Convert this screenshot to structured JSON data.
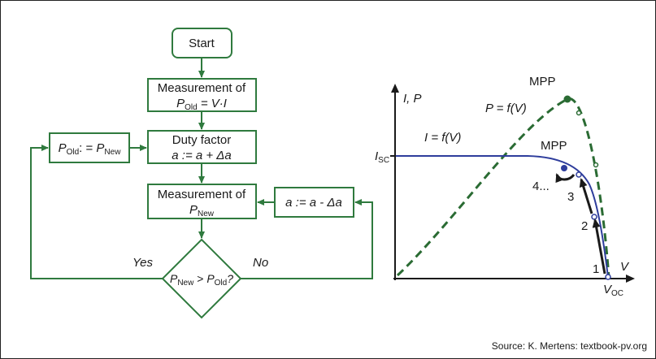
{
  "flowchart": {
    "colors": {
      "box_border": "#2f7a3e",
      "arrow": "#2f7a3e",
      "text": "#1a1a1a"
    },
    "start": "Start",
    "measure_old": {
      "line1": "Measurement of",
      "p": "P",
      "sub": "Old",
      "rest": " = V·I"
    },
    "duty": {
      "line1": "Duty factor",
      "line2": "a := a + Δa"
    },
    "measure_new": {
      "line1": "Measurement of",
      "p": "P",
      "sub": "New"
    },
    "pold_assign": {
      "p1": "P",
      "sub1": "Old",
      "mid": ": = ",
      "p2": "P",
      "sub2": "New"
    },
    "dec_a": "a := a - Δa",
    "decision": {
      "p1": "P",
      "sub1": "New",
      "mid": " > ",
      "p2": "P",
      "sub2": "Old",
      "q": "?"
    },
    "yes": "Yes",
    "no": "No"
  },
  "plot": {
    "colors": {
      "iv": "#2e3d9c",
      "pv": "#2a6b33",
      "axes": "#1a1a1a"
    },
    "y_axis_label": "I, P",
    "x_axis_label": "V",
    "isc": {
      "main": "I",
      "sub": "SC"
    },
    "voc": {
      "main": "V",
      "sub": "OC"
    },
    "iv_label": "I = f(V)",
    "pv_label": "P = f(V)",
    "mpp_p": "MPP",
    "mpp_i": "MPP",
    "steps": [
      "1",
      "2",
      "3",
      "4..."
    ]
  },
  "credit": "Source: K. Mertens: textbook-pv.org"
}
